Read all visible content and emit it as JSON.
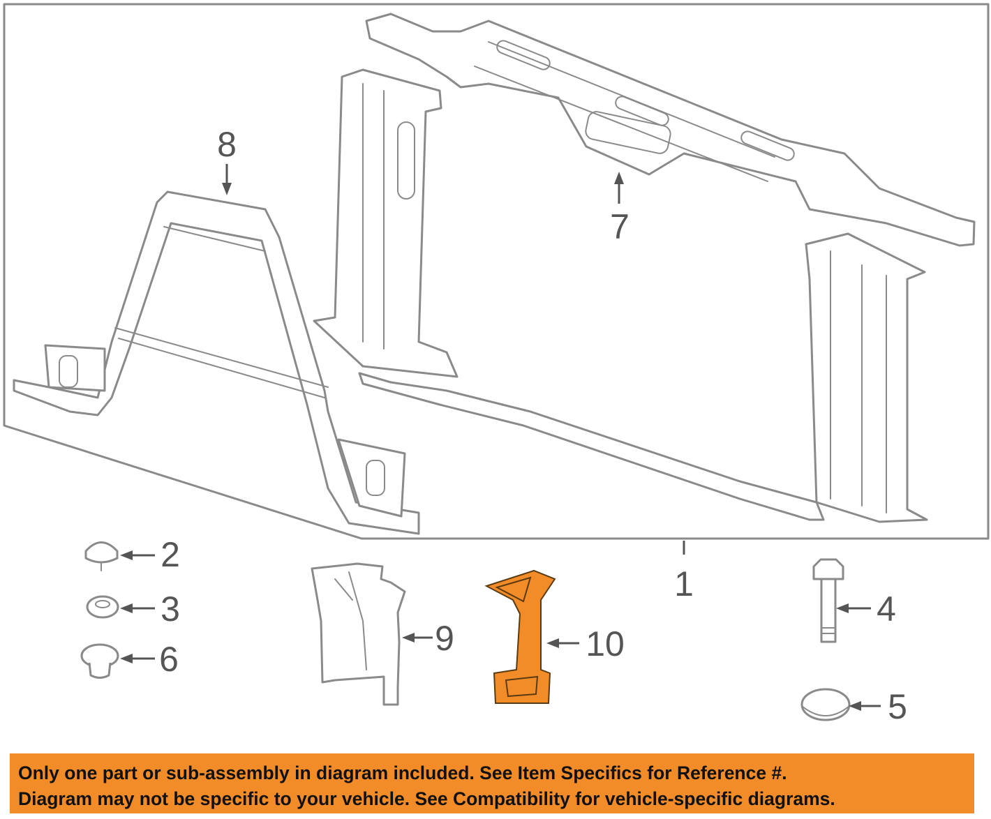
{
  "callouts": {
    "c1": "1",
    "c2": "2",
    "c3": "3",
    "c4": "4",
    "c5": "5",
    "c6": "6",
    "c7": "7",
    "c8": "8",
    "c9": "9",
    "c10": "10"
  },
  "highlight_color": "#F28C28",
  "disclaimer": {
    "line1": "Only one part or sub-assembly in diagram included. See Item Specifics for Reference #.",
    "line2": "Diagram may not be specific to your vehicle. See Compatibility for vehicle-specific diagrams.",
    "background": "#F28C28"
  }
}
